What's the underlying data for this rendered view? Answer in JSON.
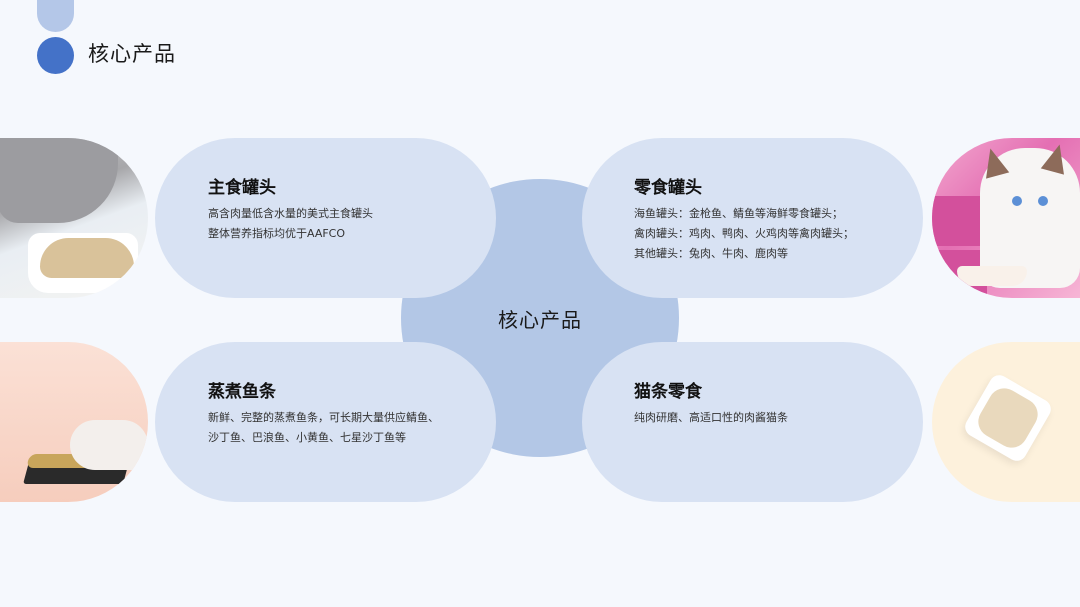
{
  "header": {
    "title": "核心产品"
  },
  "center": {
    "label": "核心产品"
  },
  "cards": [
    {
      "title": "主食罐头",
      "lines": [
        "高含肉量低含水量的美式主食罐头",
        "整体营养指标均优于AAFCO"
      ]
    },
    {
      "title": "零食罐头",
      "lines": [
        "海鱼罐头：金枪鱼、鲭鱼等海鲜零食罐头；",
        "禽肉罐头：鸡肉、鸭肉、火鸡肉等禽肉罐头；",
        "其他罐头：兔肉、牛肉、鹿肉等"
      ]
    },
    {
      "title": "蒸煮鱼条",
      "lines": [
        "新鲜、完整的蒸煮鱼条，可长期大量供应鲭鱼、",
        "沙丁鱼、巴浪鱼、小黄鱼、七星沙丁鱼等"
      ]
    },
    {
      "title": "猫条零食",
      "lines": [
        "纯肉研磨、高适口性的肉酱猫条"
      ]
    }
  ],
  "photos": [
    {
      "subject": "grey-cat-eating-from-bowl"
    },
    {
      "subject": "ragdoll-cat-with-pink-fresh-boxes"
    },
    {
      "subject": "cat-sniffing-steamed-fish-strips"
    },
    {
      "subject": "meat-paste-in-white-dish"
    }
  ],
  "colors": {
    "background": "#f5f8fd",
    "accent_dot": "#4472c8",
    "accent_light": "#b4c7e8",
    "center_circle": "#b3c7e6",
    "pill": "#d8e2f3"
  }
}
